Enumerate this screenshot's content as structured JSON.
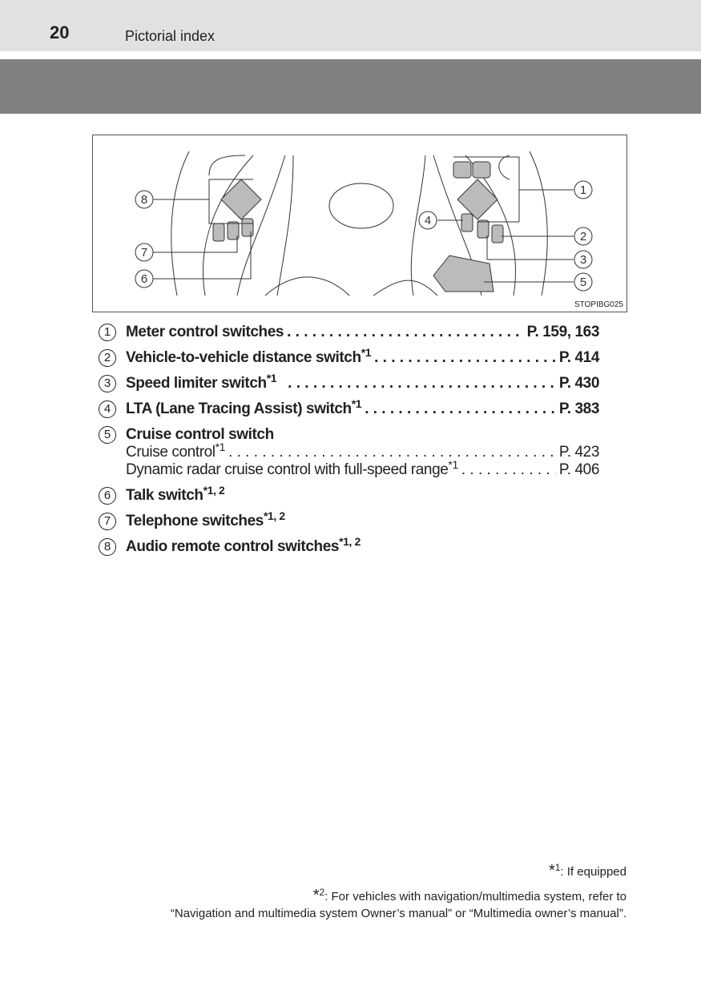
{
  "header": {
    "page_number": "20",
    "section_title": "Pictorial index"
  },
  "figure": {
    "image_id": "STOPIBG025",
    "callouts": [
      "1",
      "2",
      "3",
      "4",
      "5",
      "6",
      "7",
      "8"
    ]
  },
  "items": [
    {
      "num": "1",
      "label": "Meter control switches",
      "note": "",
      "page": "P. 159, 163"
    },
    {
      "num": "2",
      "label": "Vehicle-to-vehicle distance switch",
      "note": "*1",
      "page": "P. 414"
    },
    {
      "num": "3",
      "label": "Speed limiter switch",
      "note": "*1",
      "page": "P. 430"
    },
    {
      "num": "4",
      "label": "LTA (Lane Tracing Assist) switch",
      "note": "*1",
      "page": "P. 383"
    },
    {
      "num": "5",
      "label": "Cruise control switch",
      "sub": [
        {
          "label": "Cruise control",
          "note": "*1",
          "page": "P. 423"
        },
        {
          "label": "Dynamic radar cruise control with full-speed range",
          "note": "*1",
          "page": "P. 406"
        }
      ]
    },
    {
      "num": "6",
      "label": "Talk switch",
      "note": "*1, 2"
    },
    {
      "num": "7",
      "label": "Telephone switches",
      "note": "*1, 2"
    },
    {
      "num": "8",
      "label": "Audio remote control switches",
      "note": "*1, 2"
    }
  ],
  "footnotes": [
    {
      "mark": "*",
      "num": "1",
      "text": ": If equipped"
    },
    {
      "mark": "*",
      "num": "2",
      "text": ": For vehicles with navigation/multimedia system, refer to",
      "text2": "“Navigation and multimedia system Owner’s manual” or “Multimedia owner’s manual”."
    }
  ]
}
